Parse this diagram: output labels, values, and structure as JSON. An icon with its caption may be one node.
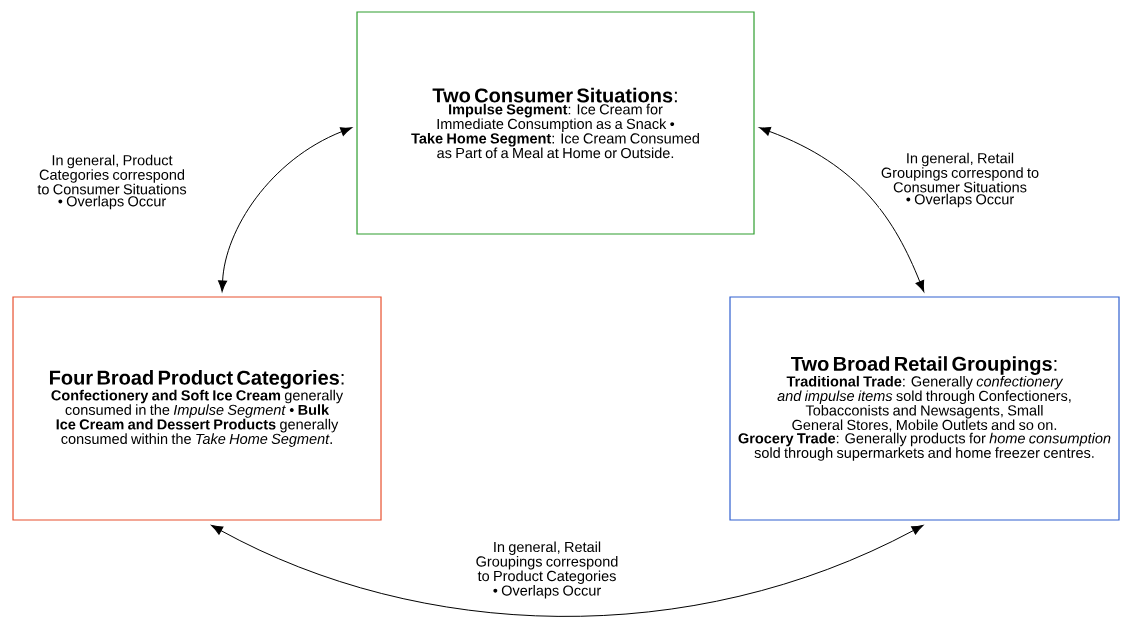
{
  "diagram": {
    "nodes": [
      {
        "text": [
          "**Two Consumer Situations**:",
          "**Impulse Segment**: Ice Cream for Immediate Consumption as a Snack •",
          "**Take Home Segment**: Ice Cream Consumed as Part of a Meal at Home or Outside."
        ]
      },
      {
        "text": [
          "**Four Broad Product Categories**:",
          "**Confectionery and Soft Ice Cream** generally consumed in the *Impulse Segment* • **Bulk Ice Cream and Dessert Products** generally consumed within the *Take Home Segment*."
        ]
      },
      {
        "text": [
          "**Two Broad Retail Groupings**:",
          "**Traditional Trade**: Generally *confectionery and impulse items* sold through Confectioners, Tobacconists and Newsagents, Small General Stores, Mobile Outlets and so on.",
          "**Grocery Trade**: Generally products for *home consumption* sold through supermarkets and home freezer centres."
        ]
      }
    ],
    "edges": [
      {
        "from": 1,
        "to": 0,
        "arrow": "both",
        "label": "In general, Product Categories correspond to Consumer Situations • Overlaps Occur"
      },
      {
        "from": 0,
        "to": 2,
        "arrow": "both",
        "label": "In general, Retail Groupings correspond to Consumer Situations • Overlaps Occur"
      },
      {
        "from": 2,
        "to": 1,
        "arrow": "both",
        "label": "In general, Retail Groupings correspond to Product Categories • Overlaps Occur"
      }
    ]
  }
}
